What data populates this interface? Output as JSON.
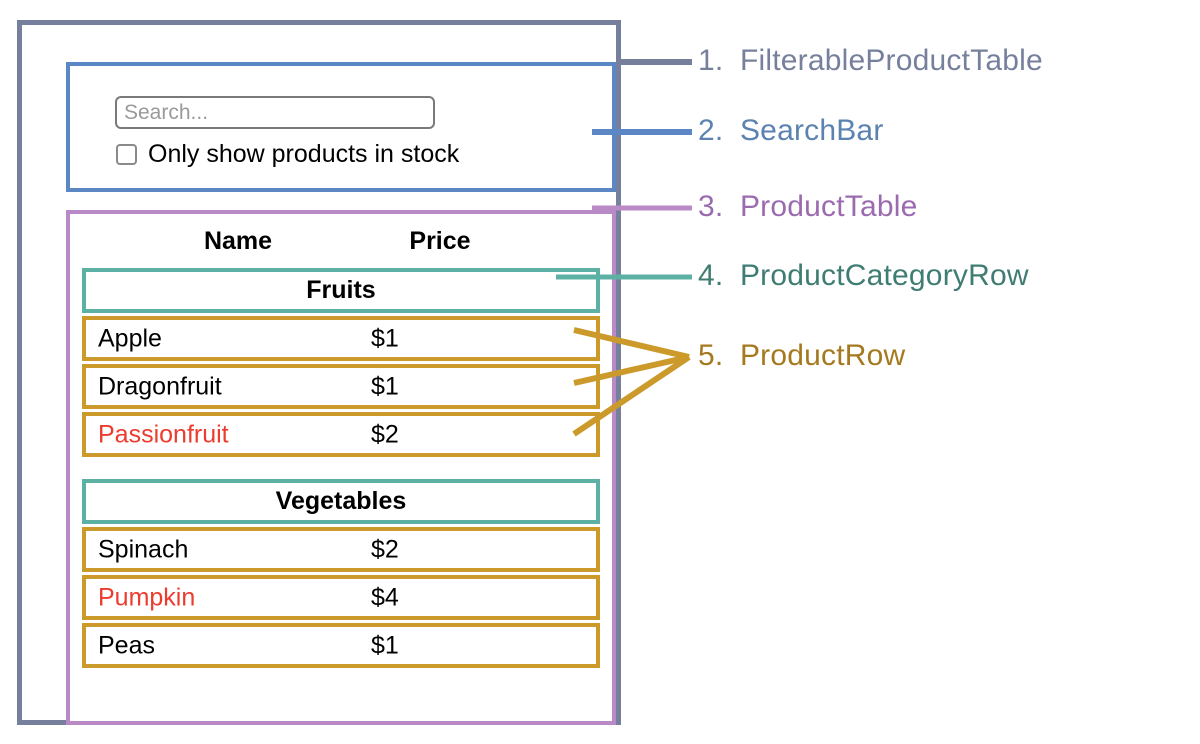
{
  "search": {
    "placeholder": "Search...",
    "value": "",
    "stock_filter_label": "Only show products in stock",
    "stock_filter_checked": false
  },
  "table": {
    "columns": [
      "Name",
      "Price"
    ],
    "groups": [
      {
        "category": "Fruits",
        "rows": [
          {
            "name": "Apple",
            "price": "$1",
            "in_stock": true
          },
          {
            "name": "Dragonfruit",
            "price": "$1",
            "in_stock": true
          },
          {
            "name": "Passionfruit",
            "price": "$2",
            "in_stock": false
          }
        ]
      },
      {
        "category": "Vegetables",
        "rows": [
          {
            "name": "Spinach",
            "price": "$2",
            "in_stock": true
          },
          {
            "name": "Pumpkin",
            "price": "$4",
            "in_stock": false
          },
          {
            "name": "Peas",
            "price": "$1",
            "in_stock": true
          }
        ]
      }
    ]
  },
  "legend": [
    {
      "number": "1.",
      "name": "FilterableProductTable",
      "color": "#76809c"
    },
    {
      "number": "2.",
      "name": "SearchBar",
      "color": "#5b82b0"
    },
    {
      "number": "3.",
      "name": "ProductTable",
      "color": "#9b6bb0"
    },
    {
      "number": "4.",
      "name": "ProductCategoryRow",
      "color": "#3f7d72"
    },
    {
      "number": "5.",
      "name": "ProductRow",
      "color": "#a5791e"
    }
  ],
  "colors": {
    "outer_border": "#76809c",
    "searchbar_border": "#5b88c4",
    "producttable_border": "#b98ac6",
    "categoryrow_border": "#5db0a4",
    "productrow_border": "#cb9a2b",
    "out_of_stock_text": "#ed3b2e"
  }
}
